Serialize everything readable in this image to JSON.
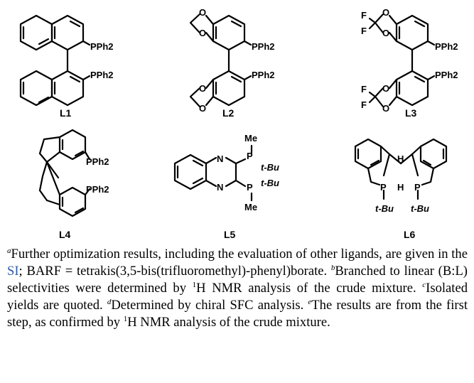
{
  "ligands": {
    "L1": {
      "label": "L1",
      "group_top": "PPh2",
      "group_bottom": "PPh2"
    },
    "L2": {
      "label": "L2",
      "group_top": "PPh2",
      "group_bottom": "PPh2",
      "atom": "O"
    },
    "L3": {
      "label": "L3",
      "group_top": "PPh2",
      "group_bottom": "PPh2",
      "atom_o": "O",
      "atom_f": "F"
    },
    "L4": {
      "label": "L4",
      "group_top": "PPh2",
      "group_bottom": "PPh2"
    },
    "L5": {
      "label": "L5",
      "n": "N",
      "p": "P",
      "me": "Me",
      "tbu": "t-Bu"
    },
    "L6": {
      "label": "L6",
      "p": "P",
      "h": "H",
      "tbu": "t-Bu"
    }
  },
  "footnotes": {
    "a_mark": "a",
    "a_text_1": "Further optimization results, including the evaluation of other ligands, are given in the ",
    "a_link": "SI",
    "a_text_2": "; BARF = tetrakis(3,5-bis(trifluoromethyl)-phenyl)borate. ",
    "b_mark": "b",
    "b_text_1": "Branched to linear (B:L) selectivities were determined by ",
    "b_sup": "1",
    "b_text_2": "H NMR analysis of the crude mixture. ",
    "c_mark": "c",
    "c_text": "Isolated yields are quoted. ",
    "d_mark": "d",
    "d_text": "Determined by chiral SFC analysis. ",
    "e_mark": "e",
    "e_text_1": "The results are from the first step, as confirmed by ",
    "e_sup": "1",
    "e_text_2": "H NMR analysis of the crude mixture."
  }
}
